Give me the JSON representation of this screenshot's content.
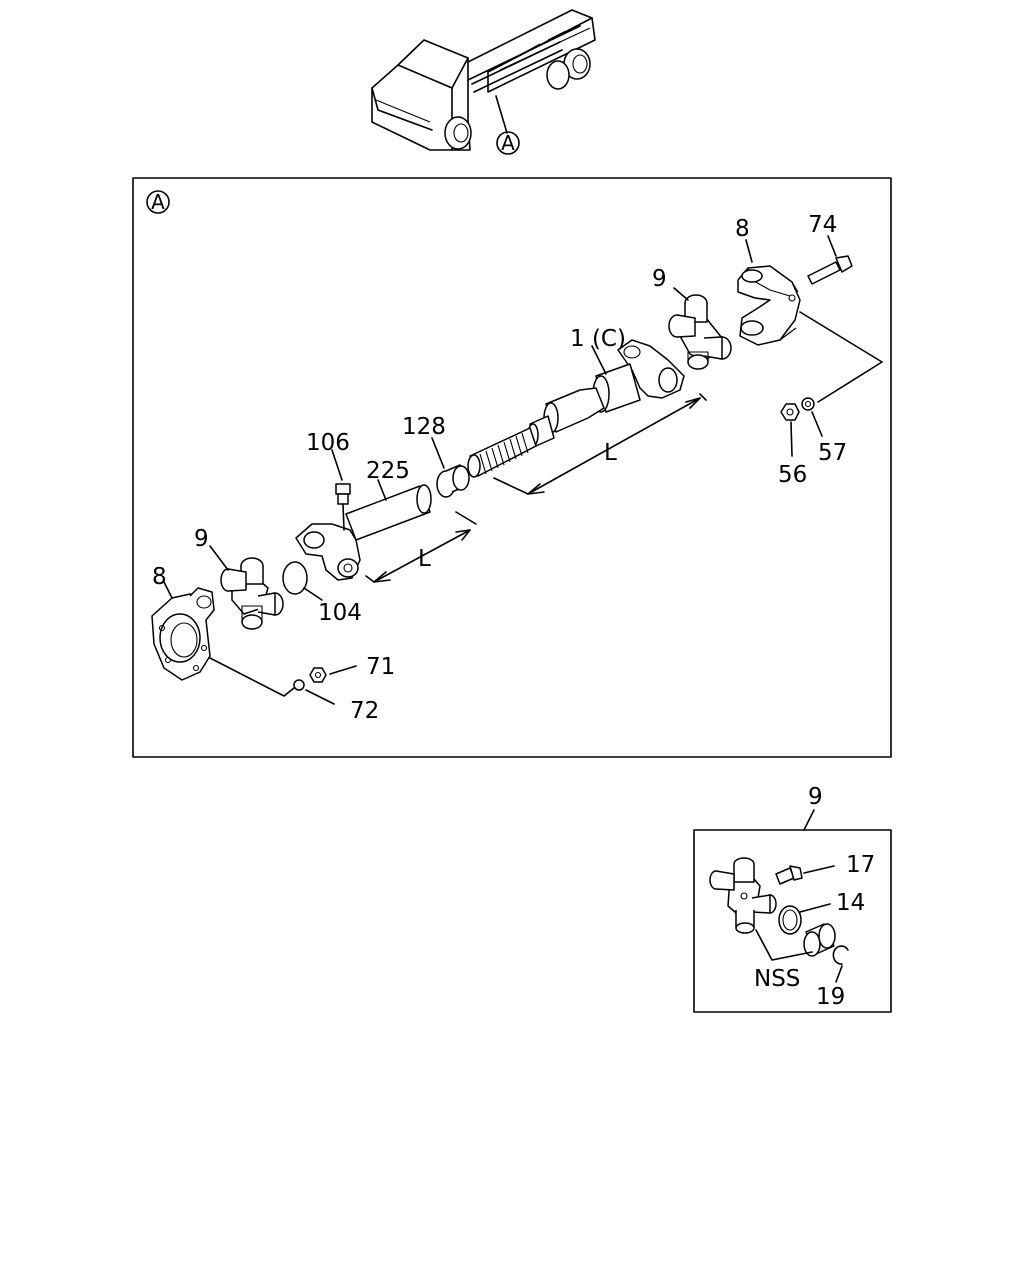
{
  "callouts": {
    "view_marker": "A",
    "view_marker_frame": "A",
    "p1": "1 (C)",
    "p8_right": "8",
    "p8_left": "8",
    "p9_right": "9",
    "p9_left": "9",
    "p9_detail": "9",
    "p14": "14",
    "p17": "17",
    "p19": "19",
    "p56": "56",
    "p57": "57",
    "p71": "71",
    "p72": "72",
    "p74": "74",
    "p104": "104",
    "p106": "106",
    "p128": "128",
    "p225": "225",
    "dim_L_long": "L",
    "dim_L_short": "L",
    "nss": "NSS"
  }
}
